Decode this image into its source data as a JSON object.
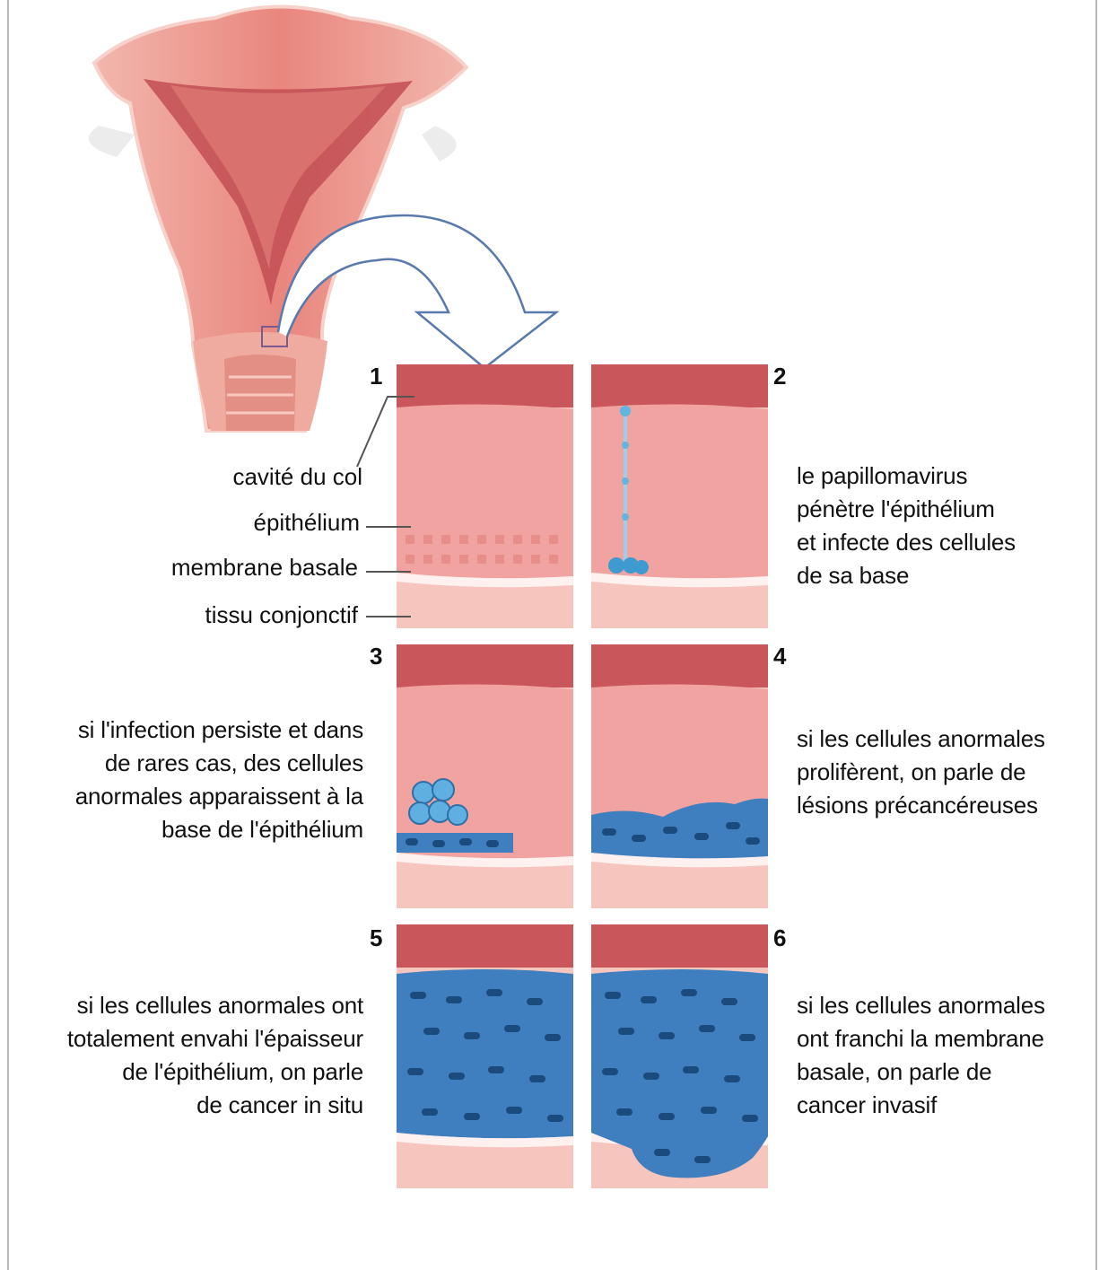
{
  "panels": [
    {
      "number": "1",
      "stage": "healthy"
    },
    {
      "number": "2",
      "stage": "infection",
      "caption": [
        "le papillomavirus",
        "pénètre l'épithélium",
        "et infecte des cellules",
        "de sa base"
      ]
    },
    {
      "number": "3",
      "stage": "abnormal-cells",
      "caption": [
        "si l'infection persiste et dans",
        "de rares cas, des cellules",
        "anormales apparaissent à la",
        "base de l'épithélium"
      ]
    },
    {
      "number": "4",
      "stage": "precancerous",
      "caption": [
        "si les cellules anormales",
        "prolifèrent, on parle de",
        "lésions précancéreuses"
      ]
    },
    {
      "number": "5",
      "stage": "in-situ",
      "caption": [
        "si les cellules anormales ont",
        "totalement envahi l'épaisseur",
        "de l'épithélium, on parle",
        "de cancer in situ"
      ]
    },
    {
      "number": "6",
      "stage": "invasive",
      "caption": [
        "si les cellules anormales",
        "ont franchi la membrane",
        "basale, on parle de",
        "cancer invasif"
      ]
    }
  ],
  "layer_labels": {
    "cavity": "cavité du col",
    "epithelium": "épithélium",
    "basement_membrane": "membrane basale",
    "connective_tissue": "tissu conjonctif"
  },
  "colors": {
    "cavity": "#c9565a",
    "epithelium": "#f0a3a1",
    "membrane": "#fff1ef",
    "connective": "#f6c5bd",
    "cells": "#3f7fbf",
    "nucleus": "#1b4a7c",
    "virus": "#5fb6e0",
    "arrow": "#5a79ad"
  },
  "icons": [
    "uterus-illustration",
    "big-arrow"
  ]
}
